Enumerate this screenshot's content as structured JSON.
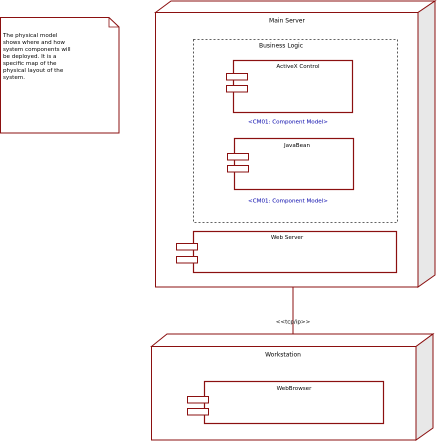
{
  "note": {
    "lines": [
      "The physical model",
      "shows where and how",
      "system components will",
      "be deployed. It is a",
      "specific map of the",
      "physical layout of the",
      "system."
    ]
  },
  "main_server": {
    "title": "Main Server",
    "package": {
      "title": "Business Logic",
      "components": [
        {
          "title": "ActiveX Control",
          "stereotype": "<CM01: Component Model>"
        },
        {
          "title": "JavaBean",
          "stereotype": "<CM01: Component Model>"
        }
      ]
    },
    "web_server": {
      "title": "Web Server"
    }
  },
  "connection": {
    "label": "<<tcp/ip>>"
  },
  "workstation": {
    "title": "Workstation",
    "browser": {
      "title": "WebBrowser"
    }
  },
  "colors": {
    "node_border": "#8b1010",
    "component_border": "#8b1010",
    "package_border": "#303030",
    "stereotype": "#0000aa",
    "node_side": "#e8e8e8",
    "background": "#ffffff"
  }
}
